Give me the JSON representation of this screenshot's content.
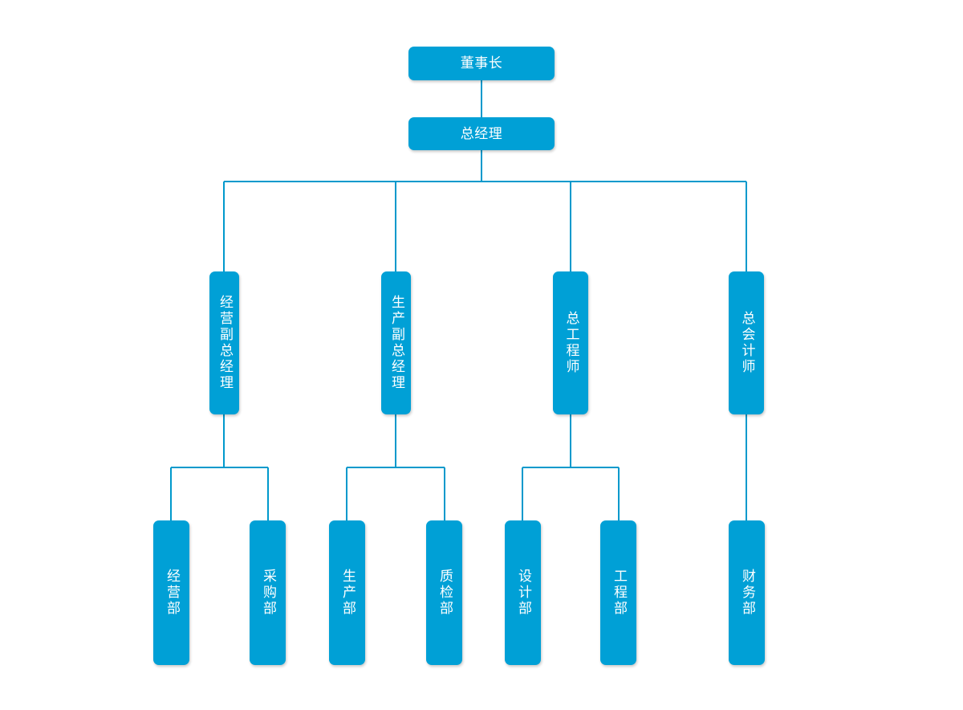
{
  "chart_data": {
    "type": "diagram",
    "diagram_type": "organization-chart",
    "title": "",
    "orientation": "top-down",
    "colors": {
      "node_fill": "#00a0d6",
      "node_text": "#ffffff",
      "connector": "#0099cc",
      "background": "#ffffff"
    },
    "levels": [
      {
        "level": 1,
        "nodes": [
          "chairman"
        ]
      },
      {
        "level": 2,
        "nodes": [
          "general_manager"
        ]
      },
      {
        "level": 3,
        "nodes": [
          "deputy_gm_business",
          "deputy_gm_production",
          "chief_engineer",
          "chief_accountant"
        ]
      },
      {
        "level": 4,
        "nodes": [
          "dept_business",
          "dept_purchasing",
          "dept_production",
          "dept_quality",
          "dept_design",
          "dept_engineering",
          "dept_finance"
        ]
      }
    ],
    "edges": [
      {
        "from": "chairman",
        "to": "general_manager"
      },
      {
        "from": "general_manager",
        "to": "deputy_gm_business"
      },
      {
        "from": "general_manager",
        "to": "deputy_gm_production"
      },
      {
        "from": "general_manager",
        "to": "chief_engineer"
      },
      {
        "from": "general_manager",
        "to": "chief_accountant"
      },
      {
        "from": "deputy_gm_business",
        "to": "dept_business"
      },
      {
        "from": "deputy_gm_business",
        "to": "dept_purchasing"
      },
      {
        "from": "deputy_gm_production",
        "to": "dept_production"
      },
      {
        "from": "deputy_gm_production",
        "to": "dept_quality"
      },
      {
        "from": "chief_engineer",
        "to": "dept_design"
      },
      {
        "from": "chief_engineer",
        "to": "dept_engineering"
      },
      {
        "from": "chief_accountant",
        "to": "dept_finance"
      }
    ]
  },
  "nodes": {
    "chairman": {
      "label": "董事长",
      "orientation": "horizontal"
    },
    "general_manager": {
      "label": "总经理",
      "orientation": "horizontal"
    },
    "deputy_gm_business": {
      "label": "经营副总经理",
      "orientation": "vertical"
    },
    "deputy_gm_production": {
      "label": "生产副总经理",
      "orientation": "vertical"
    },
    "chief_engineer": {
      "label": "总工程师",
      "orientation": "vertical"
    },
    "chief_accountant": {
      "label": "总会计师",
      "orientation": "vertical"
    },
    "dept_business": {
      "label": "经营部",
      "orientation": "vertical"
    },
    "dept_purchasing": {
      "label": "采购部",
      "orientation": "vertical"
    },
    "dept_production": {
      "label": "生产部",
      "orientation": "vertical"
    },
    "dept_quality": {
      "label": "质检部",
      "orientation": "vertical"
    },
    "dept_design": {
      "label": "设计部",
      "orientation": "vertical"
    },
    "dept_engineering": {
      "label": "工程部",
      "orientation": "vertical"
    },
    "dept_finance": {
      "label": "财务部",
      "orientation": "vertical"
    }
  }
}
